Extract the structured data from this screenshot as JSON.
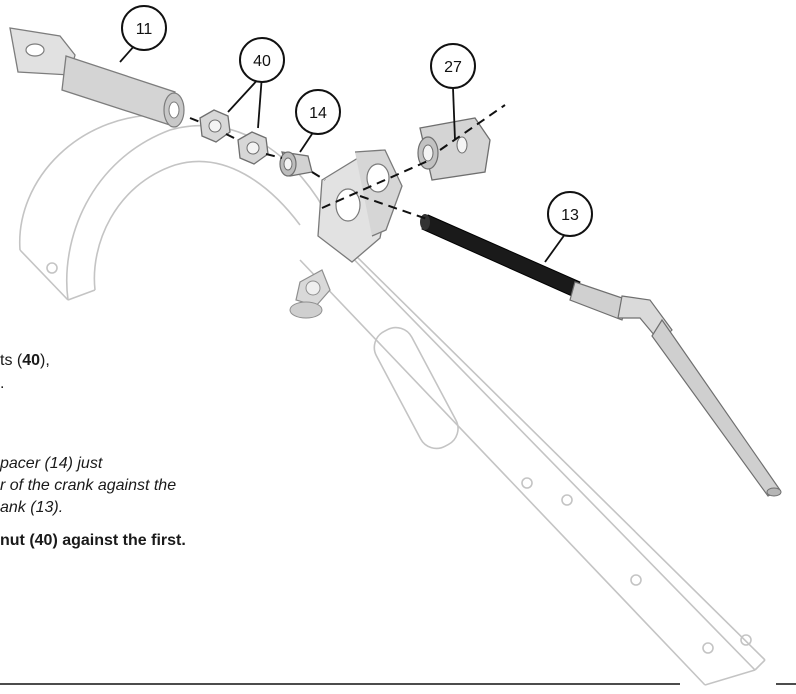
{
  "callouts": {
    "c11": "11",
    "c40": "40",
    "c14": "14",
    "c27": "27",
    "c13": "13"
  },
  "instructions": {
    "line1_pre": "ts (",
    "line1_num": "40",
    "line1_post": "),",
    "line2": ".",
    "note_line1": "pacer (14) just",
    "note_line2": "r of the crank against the",
    "note_line3": "ank (13).",
    "bold_line": "nut (40) against the first."
  },
  "colors": {
    "outline": "#bdbdbd",
    "part_fill": "#e6e6e6",
    "dark_part": "#1a1a1a",
    "text": "#111111"
  }
}
